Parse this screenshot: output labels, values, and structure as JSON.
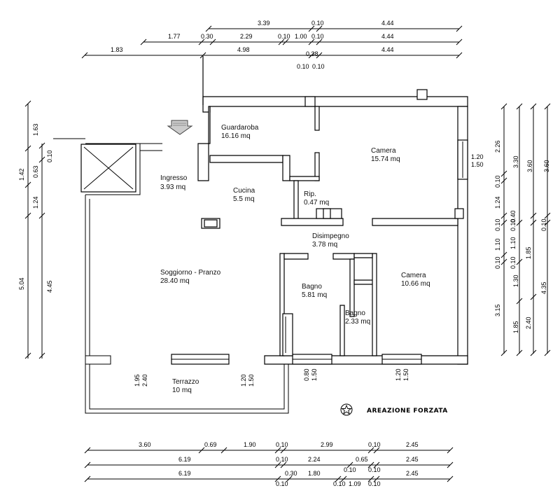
{
  "rooms": [
    {
      "name": "Guardaroba",
      "area": "16.16 mq"
    },
    {
      "name": "Camera",
      "area": "15.74 mq"
    },
    {
      "name": "Ingresso",
      "area": "3.93 mq"
    },
    {
      "name": "Cucina",
      "area": "5.5 mq"
    },
    {
      "name": "Rip.",
      "area": "0.47 mq"
    },
    {
      "name": "Disimpegno",
      "area": "3.78 mq"
    },
    {
      "name": "Soggiorno - Pranzo",
      "area": "28.40 mq"
    },
    {
      "name": "Bagno",
      "area": "5.81 mq"
    },
    {
      "name": "Camera",
      "area": "10.66 mq"
    },
    {
      "name": "Bagno",
      "area": "2.33 mq"
    },
    {
      "name": "Terrazzo",
      "area": "10 mq"
    }
  ],
  "top_dimensions": {
    "row1": [
      "3.39",
      "0.10",
      "4.44"
    ],
    "row2": [
      "1.77",
      "0.30",
      "2.29",
      "0.10",
      "1.00",
      "0.10",
      "4.44"
    ],
    "row3": [
      "1.83",
      "4.98",
      "0.38",
      "4.44"
    ],
    "row3_sub": [
      "0.10",
      "0.10"
    ]
  },
  "bottom_dimensions": {
    "row1": [
      "3.60",
      "0.69",
      "1.90",
      "0.10",
      "2.99",
      "0.10",
      "2.45"
    ],
    "row2": [
      "6.19",
      "0.10",
      "2.24",
      "0.65",
      "2.45"
    ],
    "row2_sub": [
      "0.10",
      "0.10"
    ],
    "row3": [
      "6.19",
      "0.30",
      "1.80",
      "1.09",
      "2.45"
    ],
    "row3_sub": [
      "0.10",
      "0.10",
      "0.10"
    ]
  },
  "left_dimensions": {
    "col1": [
      "1.63",
      "1.42",
      "1.24",
      "5.04"
    ],
    "col2": [
      "0.10",
      "0.63",
      "4.45"
    ]
  },
  "right_dimensions": {
    "col1": [
      "2.26",
      "0.10",
      "1.24",
      "0.10",
      "1.10",
      "0.10",
      "3.15"
    ],
    "col2": [
      "3.30",
      "0.10",
      "0.10",
      "1.30",
      "1.85"
    ],
    "col3": [
      "3.60",
      "0.40",
      "1.10",
      "1.85",
      "2.40"
    ],
    "col4": [
      "3.60",
      "0.10",
      "4.35"
    ]
  },
  "openings": [
    "1.20",
    "1.50",
    "1.95",
    "2.40",
    "1.20",
    "1.50",
    "0.80",
    "1.50",
    "1.20",
    "1.50"
  ],
  "legend": {
    "label": "AREAZIONE FORZATA",
    "icon": "star-circle-icon"
  }
}
